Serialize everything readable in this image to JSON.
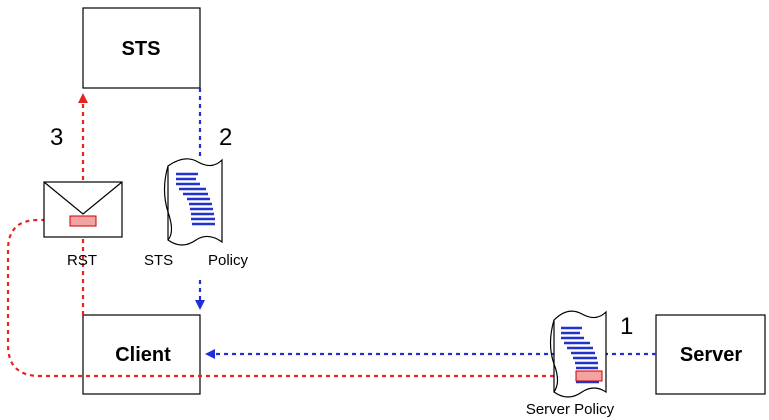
{
  "nodes": {
    "sts": "STS",
    "client": "Client",
    "server": "Server"
  },
  "steps": {
    "one": "1",
    "two": "2",
    "three": "3"
  },
  "labels": {
    "rst": "RST",
    "sts_policy_a": "STS",
    "sts_policy_b": "Policy",
    "server_policy": "Server Policy"
  },
  "colors": {
    "red_flow": "#e8221f",
    "blue_flow": "#1f2fd8",
    "doc_lines": "#2233cc",
    "token_fill": "#f4a3a3"
  },
  "icons": {
    "rst": "envelope-icon",
    "sts_policy": "policy-scroll-icon",
    "server_policy": "policy-scroll-icon"
  }
}
